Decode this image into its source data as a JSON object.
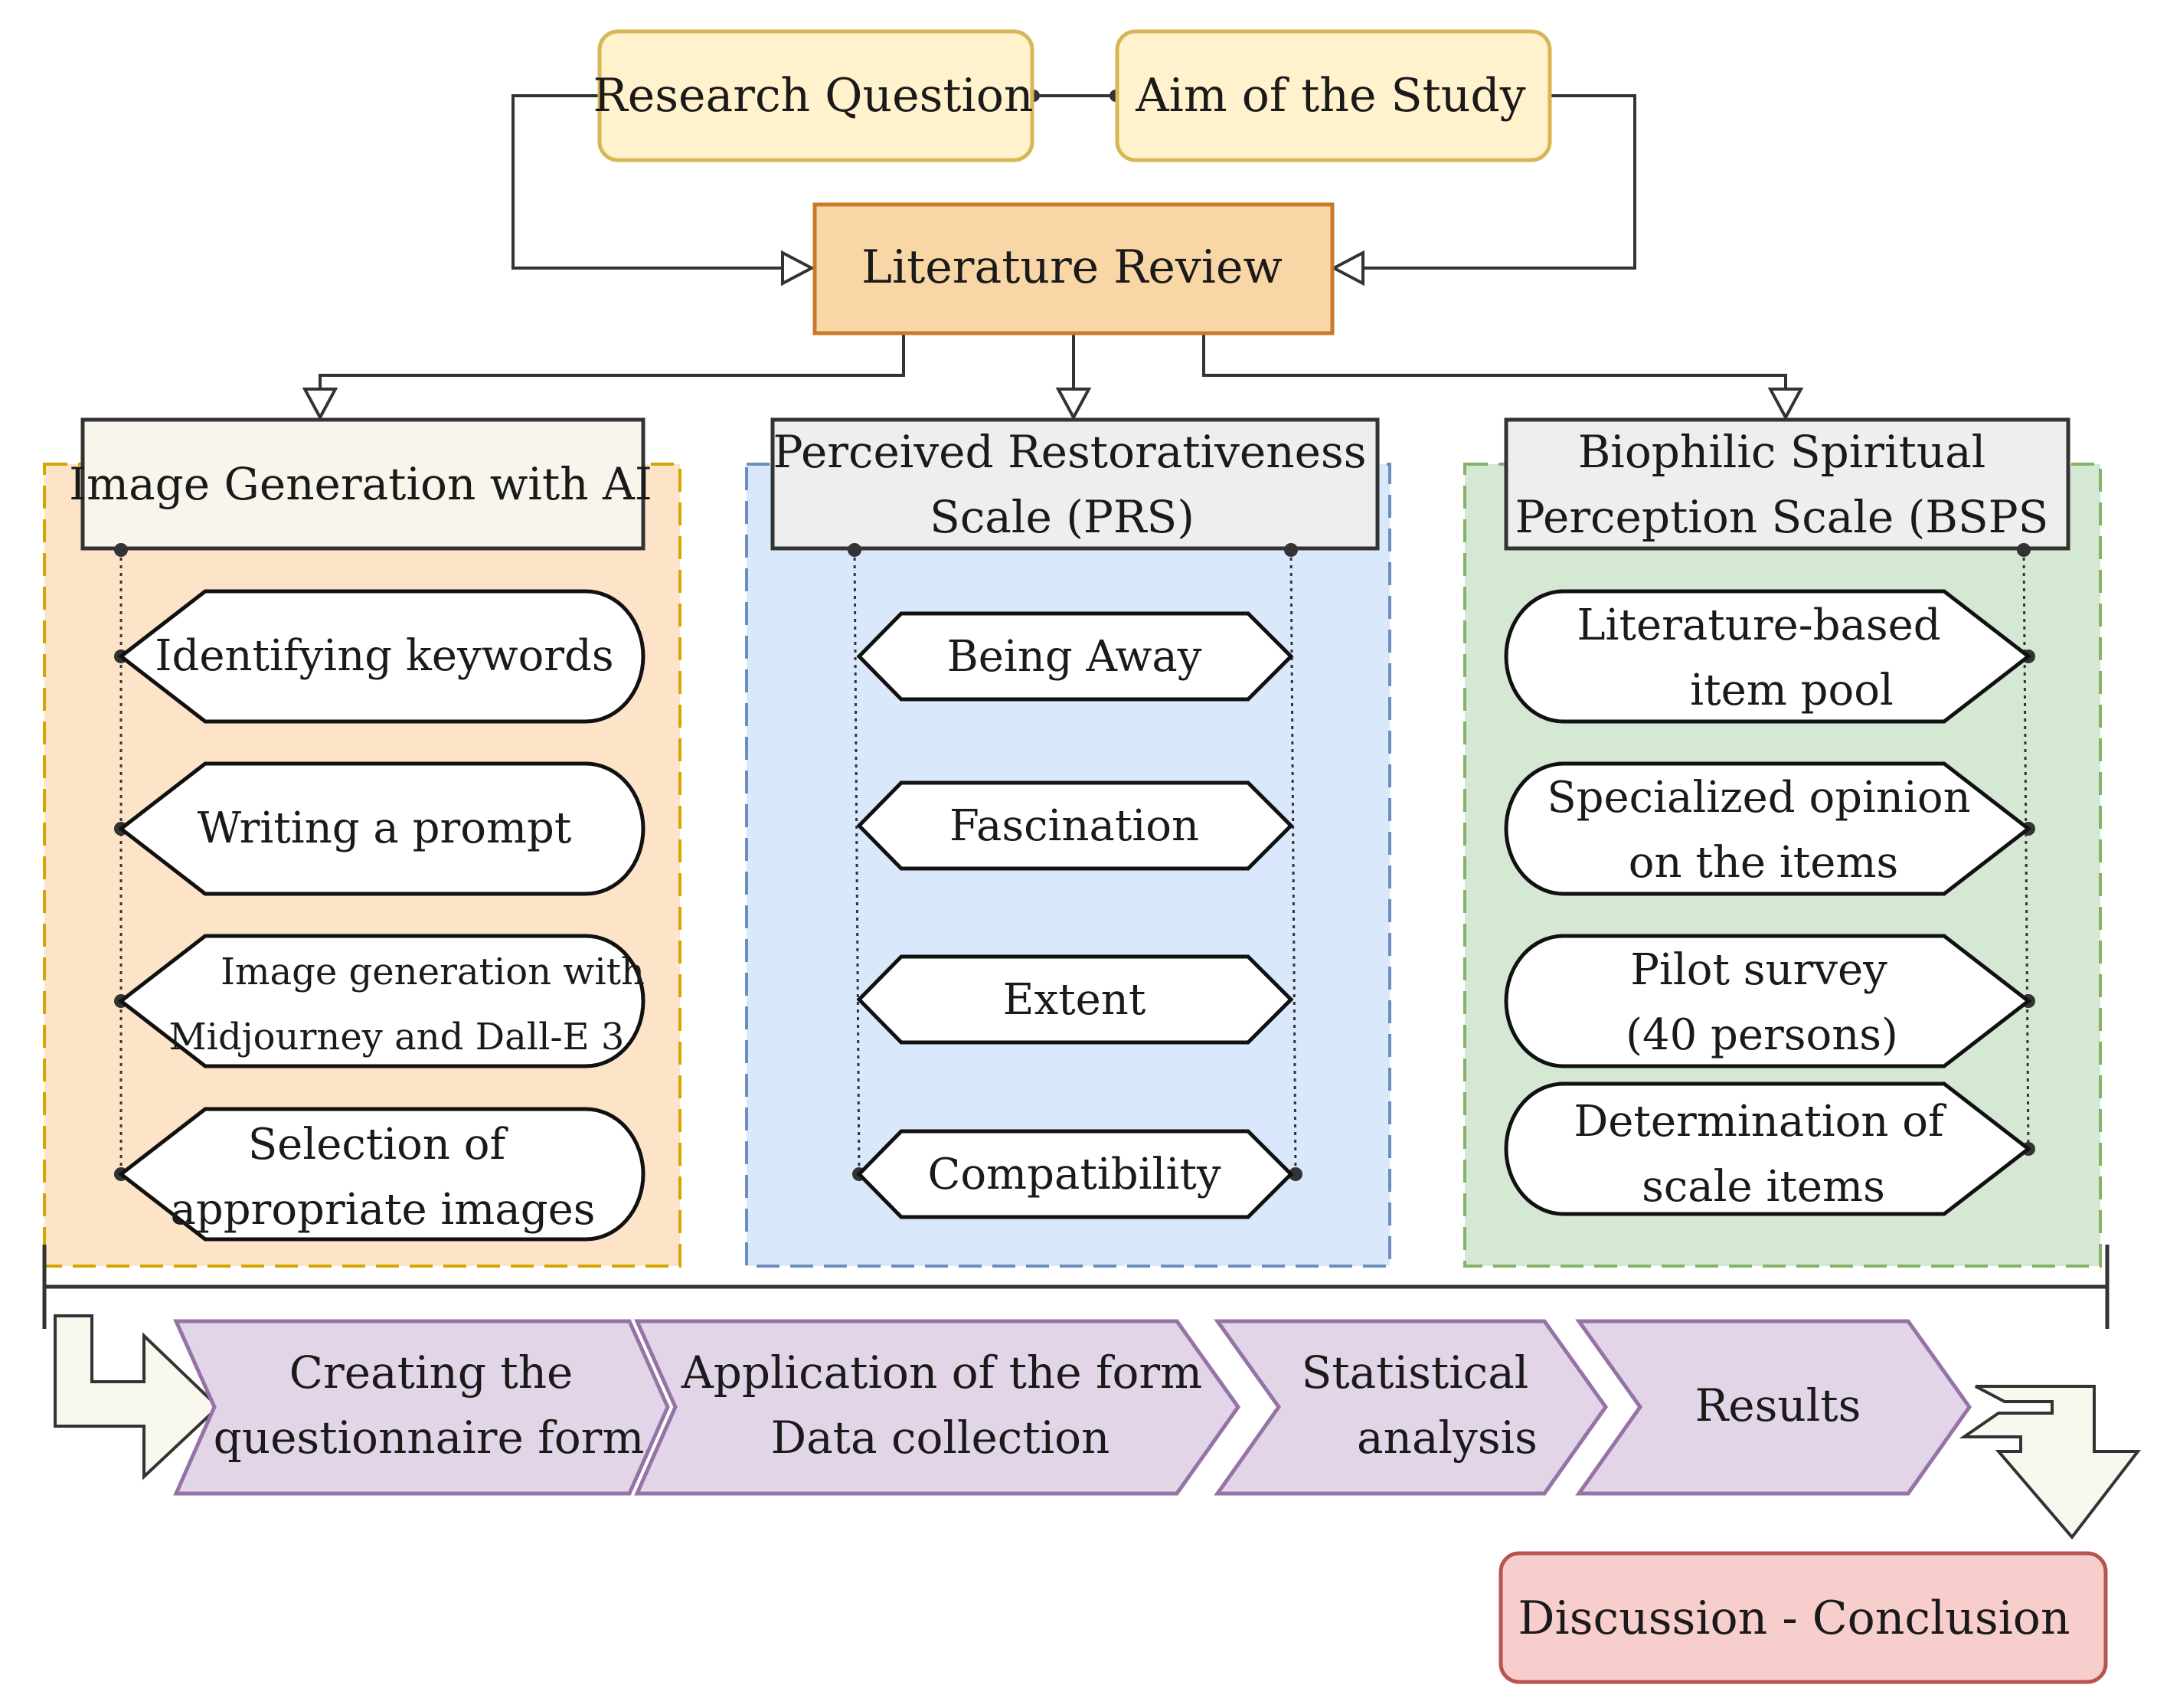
{
  "top": {
    "research_question": "Research Question",
    "aim_of_study": "Aim of the Study",
    "literature_review": "Literature Review"
  },
  "columns": {
    "ai": {
      "title": "Image Generation with AI",
      "steps": [
        [
          "Identifying keywords"
        ],
        [
          "Writing a prompt"
        ],
        [
          "Image generation with",
          "Midjourney and Dall-E 3"
        ],
        [
          "Selection of",
          "appropriate images"
        ]
      ]
    },
    "prs": {
      "title_lines": [
        "Perceived Restorativeness",
        "Scale (PRS)"
      ],
      "steps": [
        "Being Away",
        "Fascination",
        "Extent",
        "Compatibility"
      ]
    },
    "bsps": {
      "title_lines": [
        "Biophilic Spiritual",
        "Perception Scale (BSPS"
      ],
      "steps": [
        [
          "Literature-based",
          "item pool"
        ],
        [
          "Specialized opinion",
          "on the items"
        ],
        [
          "Pilot survey",
          "(40 persons)"
        ],
        [
          "Determination of",
          "scale items"
        ]
      ]
    }
  },
  "process": [
    [
      "Creating the",
      "questionnaire form"
    ],
    [
      "Application of the form",
      "Data collection"
    ],
    [
      "Statistical",
      "analysis"
    ],
    [
      "Results"
    ]
  ],
  "conclusion": "Discussion - Conclusion",
  "colors": {
    "yellow_fill": "#fff2cc",
    "yellow_stroke": "#d6b656",
    "orange_fill": "#f8d6a6",
    "orange_stroke": "#c8792a",
    "ai_panel_fill": "#fde3c8",
    "ai_panel_stroke": "#d6a600",
    "prs_panel_fill": "#dae8fc",
    "prs_panel_stroke": "#6c8ebf",
    "bsps_panel_fill": "#d5e8d4",
    "bsps_panel_stroke": "#82b366",
    "header_ai_fill": "#f7f5ec",
    "header_grey_fill": "#eeeeee",
    "purple_fill": "#e1d5e7",
    "purple_stroke": "#9673a6",
    "red_fill": "#f8cecc",
    "red_stroke": "#b85450",
    "arrow_fill": "#f8f8ee"
  }
}
